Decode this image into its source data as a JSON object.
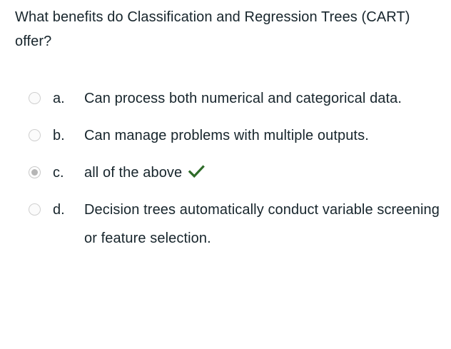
{
  "question": {
    "text": "What benefits do Classification and Regression Trees (CART) offer?"
  },
  "answers": [
    {
      "letter": "a.",
      "text": "Can process both numerical and categorical data.",
      "selected": false,
      "correct_mark": false
    },
    {
      "letter": "b.",
      "text": "Can manage problems with multiple outputs.",
      "selected": false,
      "correct_mark": false
    },
    {
      "letter": "c.",
      "text": "all of the above",
      "selected": true,
      "correct_mark": true
    },
    {
      "letter": "d.",
      "text": "Decision trees automatically conduct variable screening or feature selection.",
      "selected": false,
      "correct_mark": false
    }
  ],
  "icons": {
    "check": "check-icon"
  },
  "colors": {
    "text": "#17252c",
    "check_green": "#2e6b28",
    "radio_border": "#cfcfcf",
    "radio_dot": "#b6b6b6",
    "background": "#ffffff"
  }
}
